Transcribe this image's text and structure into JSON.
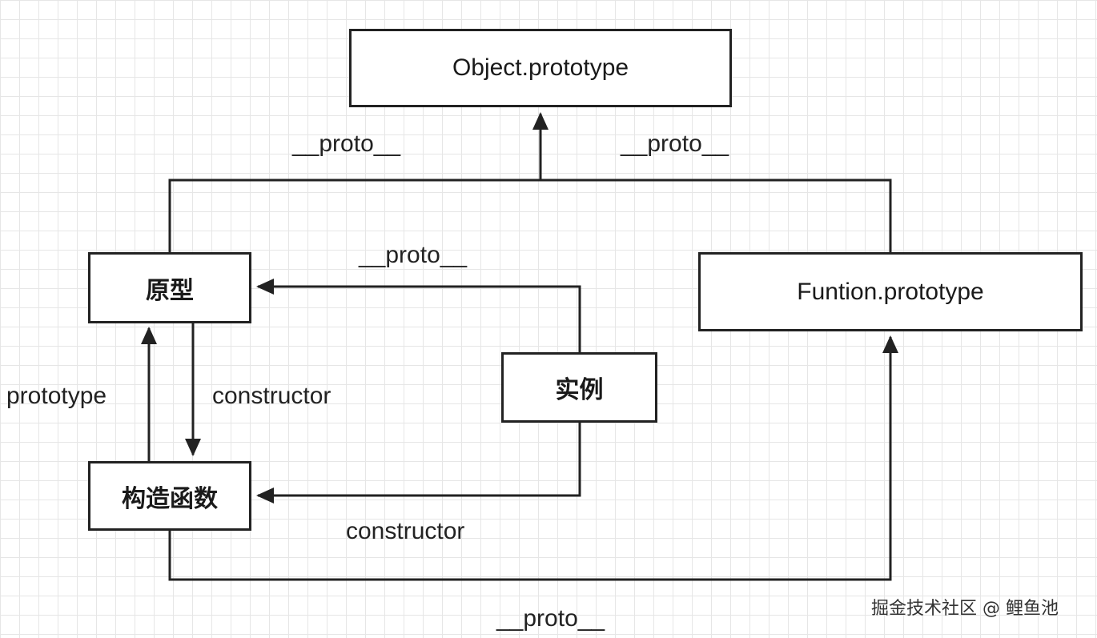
{
  "nodes": {
    "object_prototype": "Object.prototype",
    "yuanxing": "原型",
    "function_prototype": "Funtion.prototype",
    "shili": "实例",
    "gouzao_hanshu": "构造函数"
  },
  "edge_labels": {
    "proto_top_left": "__proto__",
    "proto_top_right": "__proto__",
    "proto_instance": "__proto__",
    "prototype_left": "prototype",
    "constructor_mid": "constructor",
    "constructor_bottom": "constructor",
    "proto_bottom": "__proto__"
  },
  "watermark": "掘金技术社区 @ 鲤鱼池",
  "colors": {
    "line": "#222222",
    "grid": "#e6e6e6",
    "background": "#ffffff"
  }
}
